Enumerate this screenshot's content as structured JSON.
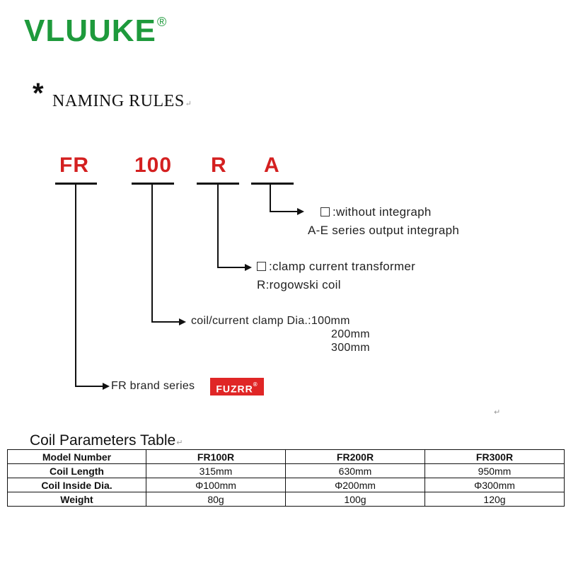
{
  "brand": {
    "logo_text": "VLUUKE",
    "logo_reg": "®",
    "color": "#1e9a3c"
  },
  "section": {
    "star": "*",
    "heading": "NAMING RULES",
    "mark": "↵"
  },
  "code": {
    "parts": [
      "FR",
      "100",
      "R",
      "A"
    ],
    "color": "#d42020"
  },
  "rules": {
    "a_line1": ":without integraph",
    "a_line2": "A-E series output integraph",
    "r_line1": ":clamp current transformer",
    "r_line2": "R:rogowski coil",
    "dia_label": "coil/current clamp Dia.:100mm",
    "dia_2": "200mm",
    "dia_3": "300mm",
    "fr_label": "FR brand series",
    "badge": "FUZRR",
    "badge_reg": "®",
    "stray_mark": "↵"
  },
  "table": {
    "title": "Coil Parameters Table",
    "rows": [
      [
        "Model Number",
        "FR100R",
        "FR200R",
        "FR300R"
      ],
      [
        "Coil Length",
        "315mm",
        "630mm",
        "950mm"
      ],
      [
        "Coil Inside Dia.",
        "Φ100mm",
        "Φ200mm",
        "Φ300mm"
      ],
      [
        "Weight",
        "80g",
        "100g",
        "120g"
      ]
    ],
    "mark": "↵"
  }
}
